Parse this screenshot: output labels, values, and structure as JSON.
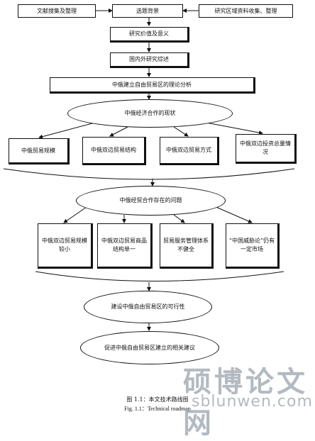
{
  "nodes": {
    "lit_review": "文献搜集及整理",
    "topic_background": "选题背景",
    "region_data": "研究区域资料收集、整理",
    "research_value": "研究价值及意义",
    "literature_review": "国内外研究综述",
    "theory_analysis": "中俄建立自由贸易区的理论分析",
    "coop_status": "中俄经济合作的现状",
    "trade_scale": "中俄贸易规模",
    "trade_structure": "中俄双边贸易结构",
    "trade_mode": "中俄双边贸易方式",
    "investment": "中俄双边投资总量情况",
    "problems": "中俄经贸合作存在的问题",
    "problem_scale": "中俄双边贸易规模较小",
    "problem_structure": "中俄双边贸易商品结构单一",
    "problem_service": "贸易服务管理体系不健全",
    "problem_threat": "“中国威胁论”仍有一定市场",
    "feasibility": "建设中俄自由贸易区的可行性",
    "suggestions": "促进中俄自由贸易区建立的相关建议"
  },
  "caption": {
    "cn": "图 1.1：本文技术路线图",
    "en": "Fig. 1.1：Technical roadmap"
  },
  "watermark": {
    "cn": "硕博论文网",
    "url": "sblunwen.com"
  }
}
